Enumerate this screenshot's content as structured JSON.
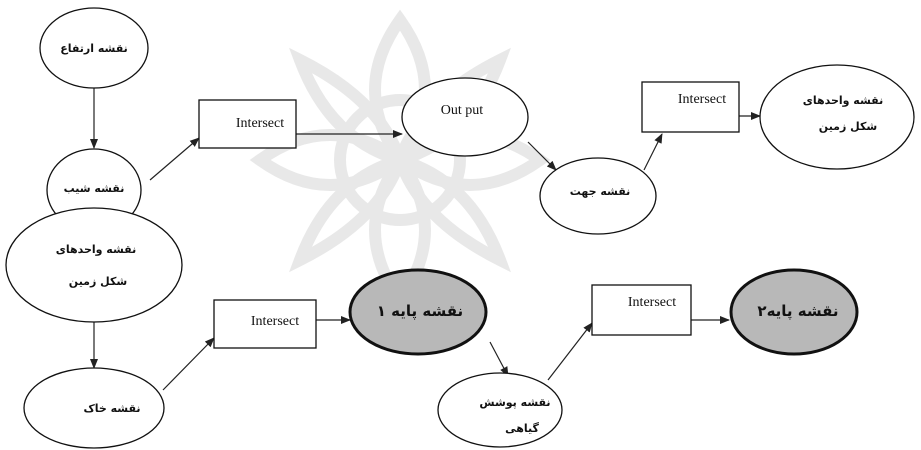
{
  "nodes": {
    "elevation_map": "نقشه ارتفاع",
    "slope_map": "نقشه شیب",
    "landform_units_left_line1": "نقشه واحدهای",
    "landform_units_left_line2": "شکل زمین",
    "soil_map": "نقشه خاک",
    "output": "Out put",
    "aspect_map": "نقشه جهت",
    "landform_units_right_line1": "نقشه واحدهای",
    "landform_units_right_line2": "شکل زمین",
    "base_map_1": "نقشه پایه ۱",
    "vegetation_map_line1": "نقشه پوشش",
    "vegetation_map_line2": "گیاهی",
    "base_map_2": "نقشه پایه۲"
  },
  "boxes": {
    "intersect_1": "Intersect",
    "intersect_2": "Intersect",
    "intersect_3": "Intersect",
    "intersect_4": "Intersect"
  },
  "colors": {
    "highlight_fill": "#b8b8b8",
    "watermark": "#e6e6e6"
  }
}
